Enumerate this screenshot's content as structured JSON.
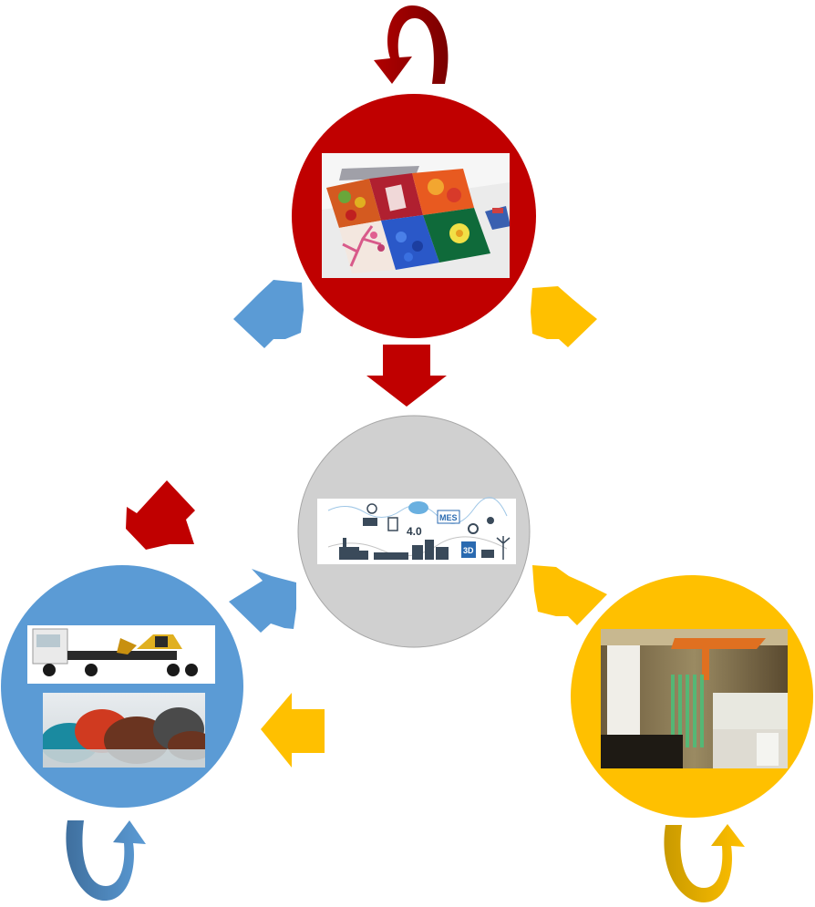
{
  "diagram": {
    "colors": {
      "red": "#c00000",
      "dark_red": "#a00000",
      "blue": "#5b9bd5",
      "dark_blue": "#41719c",
      "gold": "#ffc000",
      "dark_gold": "#c99700",
      "grey": "#d0d0d0"
    },
    "nodes": [
      {
        "name": "top-red-node",
        "color": "red",
        "picture": "printed-ceramic-tiles-photo"
      },
      {
        "name": "center-grey-node",
        "color": "grey",
        "picture": "industry-4-0-icons-banner"
      },
      {
        "name": "left-blue-node",
        "color": "blue",
        "picture": "truck-with-excavator-and-plastic-pellets-photo"
      },
      {
        "name": "right-gold-node",
        "color": "gold",
        "picture": "industrial-plating-line-photo"
      }
    ],
    "center_banner": {
      "industry_label": "4.0",
      "mes_label": "MES",
      "print_label": "3D"
    }
  }
}
